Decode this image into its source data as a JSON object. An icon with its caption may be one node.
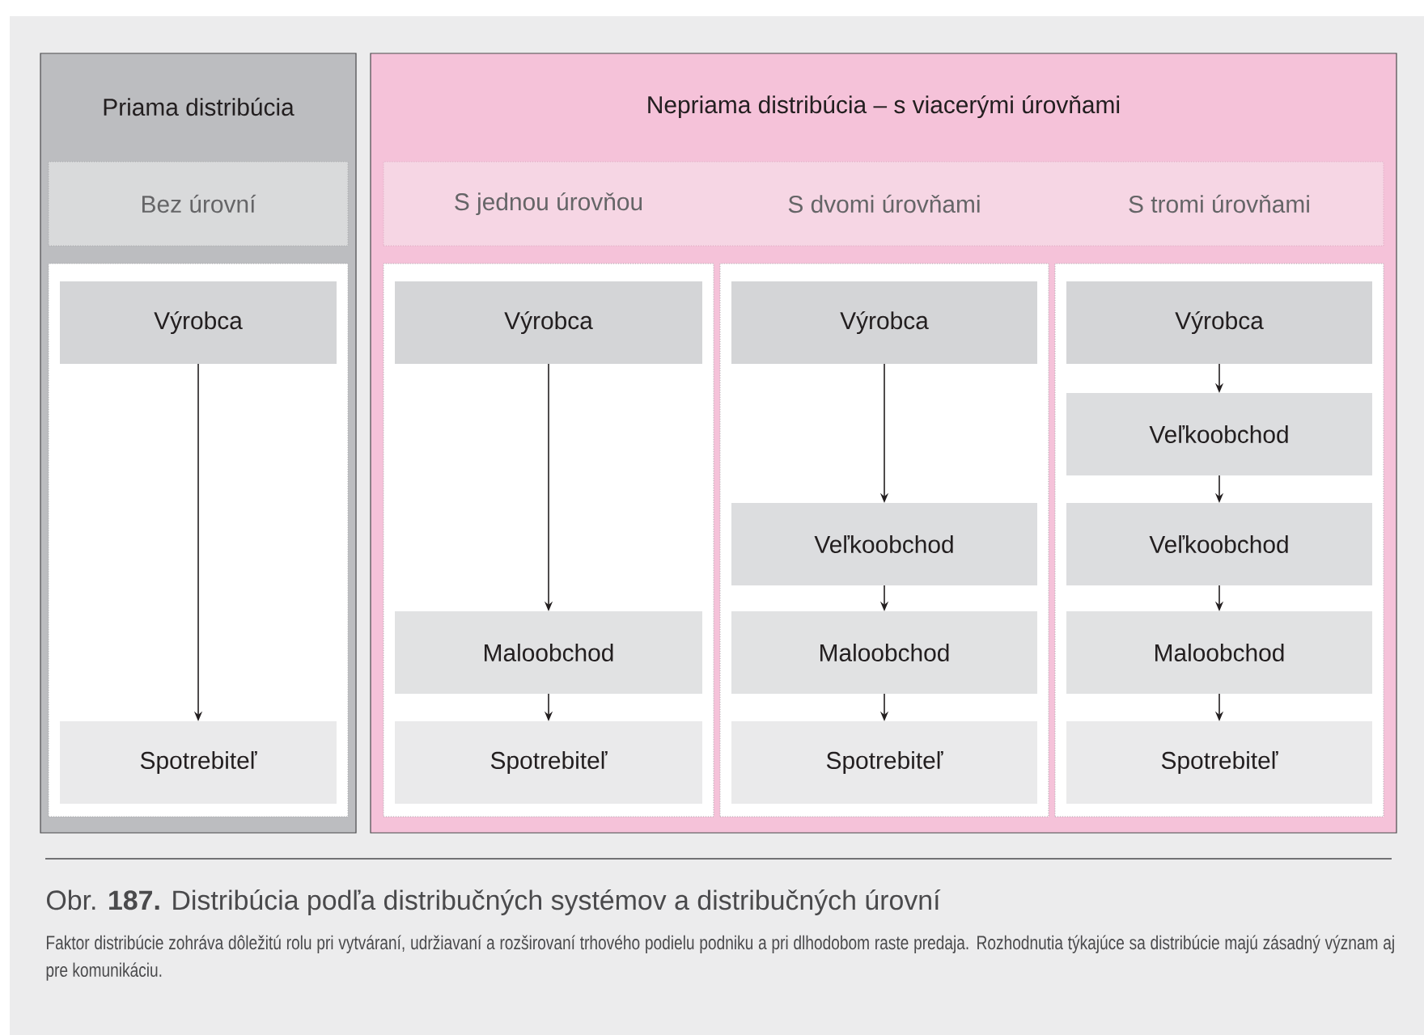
{
  "diagram": {
    "caption": "Obr. **187.** Distribúcia podľa distribučných systémov a distribučných úrovní",
    "nodes": [
      {
        "text": [
          "Priama distribúcia"
        ]
      },
      {
        "text": [
          "Bez úrovní"
        ],
        "in": 0
      },
      {
        "text": [],
        "shape": "box",
        "in": 0
      },
      {
        "text": [
          "Výrobca"
        ],
        "in": 2
      },
      {
        "text": [
          "Spotrebiteľ"
        ],
        "in": 2
      },
      {
        "text": [
          "Nepriama distribúcia – s viacerými úrovňami"
        ]
      },
      {
        "text": [
          "S jednou úrovňou",
          "S dvomi úrovňami",
          "S tromi úrovňami"
        ],
        "in": 5
      },
      {
        "text": [],
        "shape": "box",
        "in": 5
      },
      {
        "text": [
          "Výrobca"
        ],
        "in": 7
      },
      {
        "text": [
          "Maloobchod"
        ],
        "in": 7
      },
      {
        "text": [
          "Spotrebiteľ"
        ],
        "in": 7
      },
      {
        "text": [],
        "shape": "box",
        "in": 5
      },
      {
        "text": [
          "Výrobca"
        ],
        "in": 11
      },
      {
        "text": [
          "Veľkoobchod"
        ],
        "in": 11
      },
      {
        "text": [
          "Maloobchod"
        ],
        "in": 11
      },
      {
        "text": [
          "Spotrebiteľ"
        ],
        "in": 11
      },
      {
        "text": [],
        "shape": "box",
        "in": 5
      },
      {
        "text": [
          "Výrobca"
        ],
        "in": 16
      },
      {
        "text": [
          "Veľkoobchod"
        ],
        "in": 16
      },
      {
        "text": [
          "Veľkoobchod"
        ],
        "in": 16
      },
      {
        "text": [
          "Maloobchod"
        ],
        "in": 16
      },
      {
        "text": [
          "Spotrebiteľ"
        ],
        "in": 16
      }
    ],
    "edges": [
      {
        "from": 3,
        "to": 4,
        "arrow": "to"
      },
      {
        "from": 8,
        "to": 9,
        "arrow": "to"
      },
      {
        "from": 9,
        "to": 10,
        "arrow": "to"
      },
      {
        "from": 12,
        "to": 13,
        "arrow": "to"
      },
      {
        "from": 13,
        "to": 14,
        "arrow": "to"
      },
      {
        "from": 14,
        "to": 15,
        "arrow": "to"
      },
      {
        "from": 17,
        "to": 18,
        "arrow": "to"
      },
      {
        "from": 18,
        "to": 19,
        "arrow": "to"
      },
      {
        "from": 19,
        "to": 20,
        "arrow": "to"
      },
      {
        "from": 20,
        "to": 21,
        "arrow": "to"
      }
    ],
    "labels": [
      "Faktor distribúcie zohráva dôležitú rolu pri vytváraní, udržiavaní a rozširovaní trhového podielu podniku a pri dlhodobom raste predaja. Rozhodnutia týkajúce sa distribúcie majú zásadný význam aj pre komunikáciu."
    ]
  }
}
